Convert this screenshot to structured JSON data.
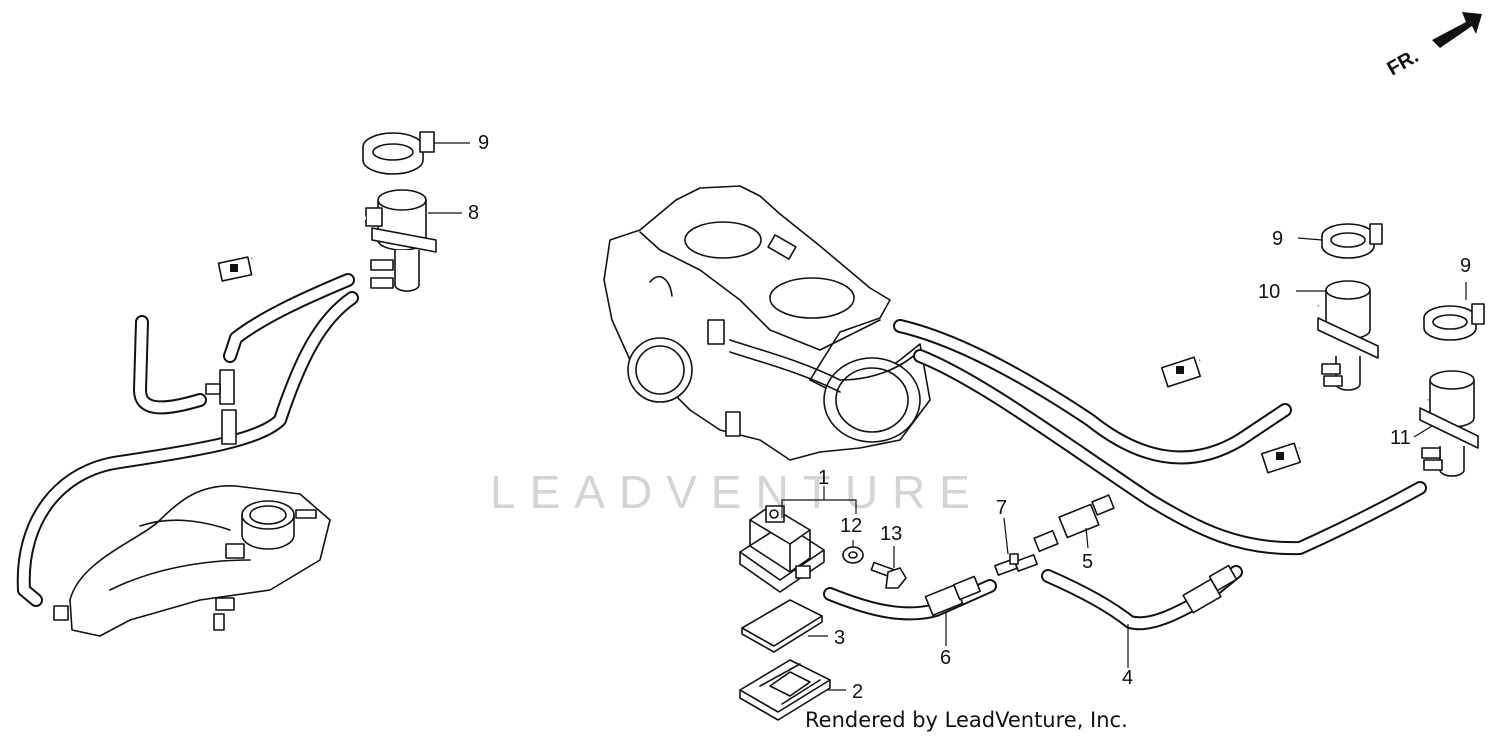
{
  "orientation": {
    "label": "FR."
  },
  "watermark": "LEADVENTURE",
  "credit": "Rendered by LeadVenture, Inc.",
  "callouts": {
    "c1": "1",
    "c2": "2",
    "c3": "3",
    "c4": "4",
    "c5": "5",
    "c6": "6",
    "c7": "7",
    "c8": "8",
    "c9a": "9",
    "c9b": "9",
    "c9c": "9",
    "c10": "10",
    "c11": "11",
    "c12": "12",
    "c13": "13"
  }
}
